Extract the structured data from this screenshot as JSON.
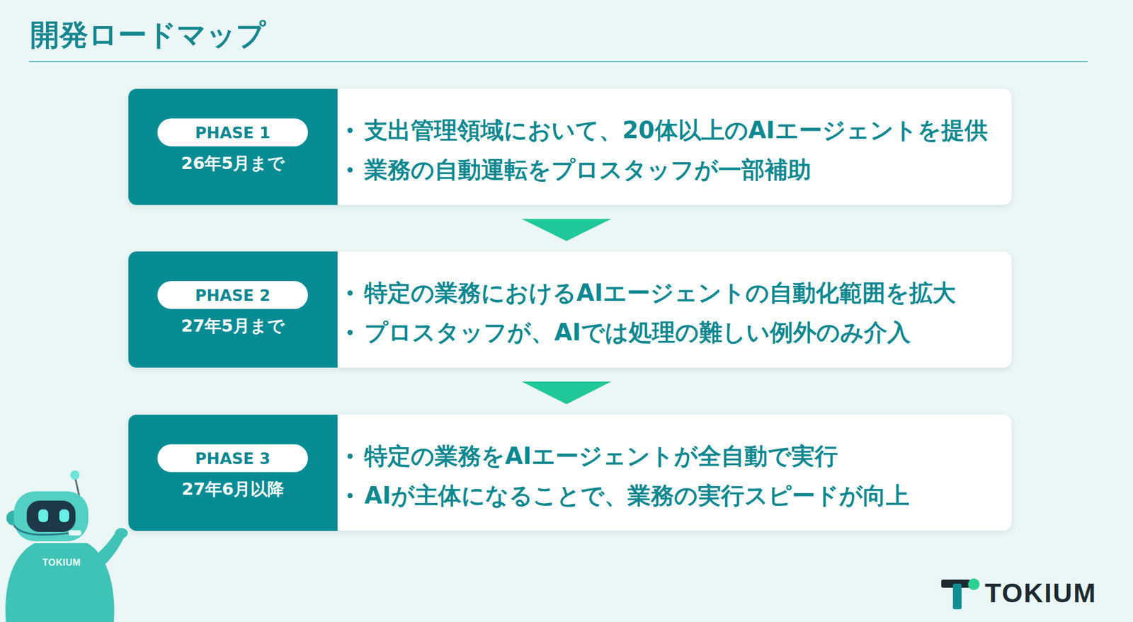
{
  "diagram": {
    "title": "開発ロードマップ",
    "nodes": [
      {
        "text": [
          "支出管理領域において、20体以上のAIエージェントを提供",
          "業務の自動運転をプロスタッフが一部補助"
        ]
      },
      {
        "text": [
          "26年5月まで"
        ],
        "in": 0
      },
      {
        "text": [
          "PHASE 1"
        ],
        "in": 1
      },
      {
        "text": [
          "特定の業務におけるAIエージェントの自動化範囲を拡大",
          "プロスタッフが、AIでは処理の難しい例外のみ介入"
        ]
      },
      {
        "text": [
          "27年5月まで"
        ],
        "in": 3
      },
      {
        "text": [
          "PHASE 2"
        ],
        "in": 4
      },
      {
        "text": [
          "特定の業務をAIエージェントが全自動で実行",
          "AIが主体になることで、業務の実行スピードが向上"
        ]
      },
      {
        "text": [
          "27年6月以降"
        ],
        "in": 6
      },
      {
        "text": [
          "PHASE 3"
        ],
        "in": 7
      }
    ],
    "edges": [
      {
        "from": 0,
        "to": 3,
        "arrow": "to"
      },
      {
        "from": 3,
        "to": 6,
        "arrow": "to"
      }
    ],
    "labels": [
      "TOKIUM",
      "TOKIUM"
    ]
  }
}
